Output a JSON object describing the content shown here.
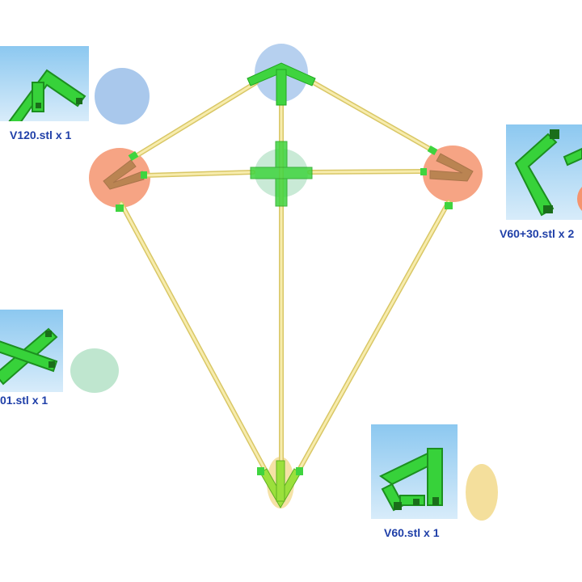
{
  "parts": [
    {
      "id": "v120",
      "label": "V120.stl x 1",
      "color": "#a9c8ec"
    },
    {
      "id": "v60_30",
      "label": "V60+30.stl x 2",
      "color": "#f5946e"
    },
    {
      "id": "cross",
      "label": "01.stl x 1",
      "color": "#bfe6cf"
    },
    {
      "id": "v60",
      "label": "V60.stl x 1",
      "color": "#f4df9c"
    }
  ],
  "colors": {
    "rod": "#f2e48c",
    "rod_edge": "#d9c766",
    "connector": "#3fd43f",
    "connector_dark": "#22a822",
    "v120_marker": "#a9c8ec",
    "v60_30_marker": "#f5946e",
    "cross_marker": "#bfe6cf",
    "v60_marker": "#f4df9c"
  }
}
